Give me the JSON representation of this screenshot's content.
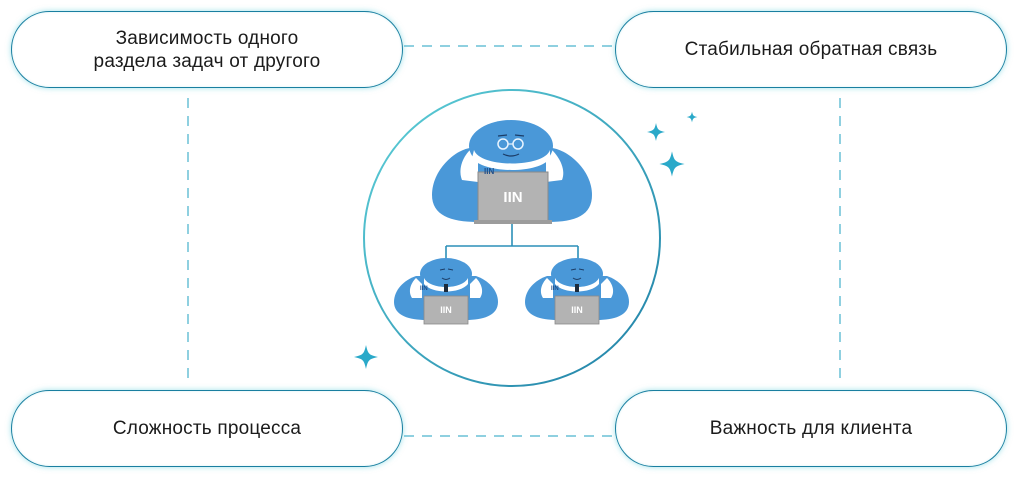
{
  "boxes": {
    "top_left": {
      "line1": "Зависимость одного",
      "line2": "раздела задач от другого"
    },
    "top_right": {
      "label": "Стабильная обратная связь"
    },
    "bottom_left": {
      "label": "Сложность процесса"
    },
    "bottom_right": {
      "label": "Важность для клиента"
    }
  },
  "illustration": {
    "laptop_logo": "IIN"
  },
  "colors": {
    "border": "#1a7fa0",
    "dash": "#8fd0e0",
    "robot_blue": "#4a98d8",
    "sparkle": "#2aa9c9"
  }
}
